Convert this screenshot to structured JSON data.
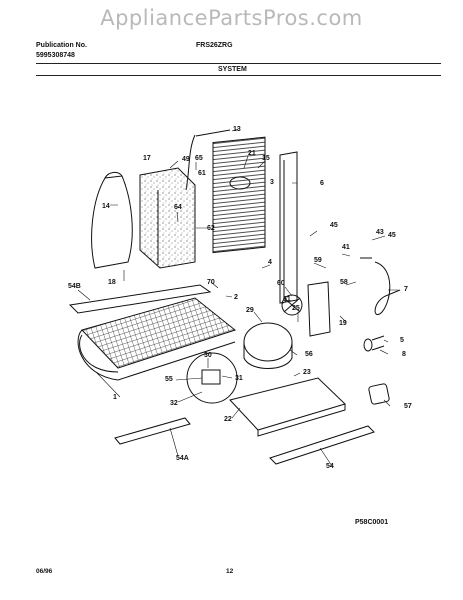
{
  "watermark": "AppliancePartsPros.com",
  "header": {
    "publication_label": "Publication No.",
    "publication_number": "5995308748",
    "model": "FRS26ZRG",
    "section": "SYSTEM"
  },
  "footer": {
    "date": "06/96",
    "page": "12"
  },
  "figure_code": "P58C0001",
  "callouts": [
    {
      "id": "c13",
      "label": "13"
    },
    {
      "id": "c17",
      "label": "17"
    },
    {
      "id": "c49",
      "label": "49"
    },
    {
      "id": "c65",
      "label": "65"
    },
    {
      "id": "c21",
      "label": "21"
    },
    {
      "id": "c15",
      "label": "15"
    },
    {
      "id": "c61a",
      "label": "61"
    },
    {
      "id": "c3",
      "label": "3"
    },
    {
      "id": "c6",
      "label": "6"
    },
    {
      "id": "c14",
      "label": "14"
    },
    {
      "id": "c64",
      "label": "64"
    },
    {
      "id": "c62",
      "label": "62"
    },
    {
      "id": "c45a",
      "label": "45"
    },
    {
      "id": "c43",
      "label": "43"
    },
    {
      "id": "c45b",
      "label": "45"
    },
    {
      "id": "c41",
      "label": "41"
    },
    {
      "id": "c18",
      "label": "18"
    },
    {
      "id": "c4",
      "label": "4"
    },
    {
      "id": "c59",
      "label": "59"
    },
    {
      "id": "c54B",
      "label": "54B"
    },
    {
      "id": "c70",
      "label": "70"
    },
    {
      "id": "c2",
      "label": "2"
    },
    {
      "id": "c60",
      "label": "60"
    },
    {
      "id": "c58a",
      "label": "58"
    },
    {
      "id": "c7",
      "label": "7"
    },
    {
      "id": "c61b",
      "label": "61"
    },
    {
      "id": "c19",
      "label": "19"
    },
    {
      "id": "c29",
      "label": "29"
    },
    {
      "id": "c25",
      "label": "25"
    },
    {
      "id": "c5",
      "label": "5"
    },
    {
      "id": "c8",
      "label": "8"
    },
    {
      "id": "c30",
      "label": "30"
    },
    {
      "id": "c56",
      "label": "56"
    },
    {
      "id": "c55",
      "label": "55"
    },
    {
      "id": "c31",
      "label": "31"
    },
    {
      "id": "c23",
      "label": "23"
    },
    {
      "id": "c1",
      "label": "1"
    },
    {
      "id": "c32",
      "label": "32"
    },
    {
      "id": "c57",
      "label": "57"
    },
    {
      "id": "c22",
      "label": "22"
    },
    {
      "id": "c54A",
      "label": "54A"
    },
    {
      "id": "c54",
      "label": "54"
    }
  ]
}
